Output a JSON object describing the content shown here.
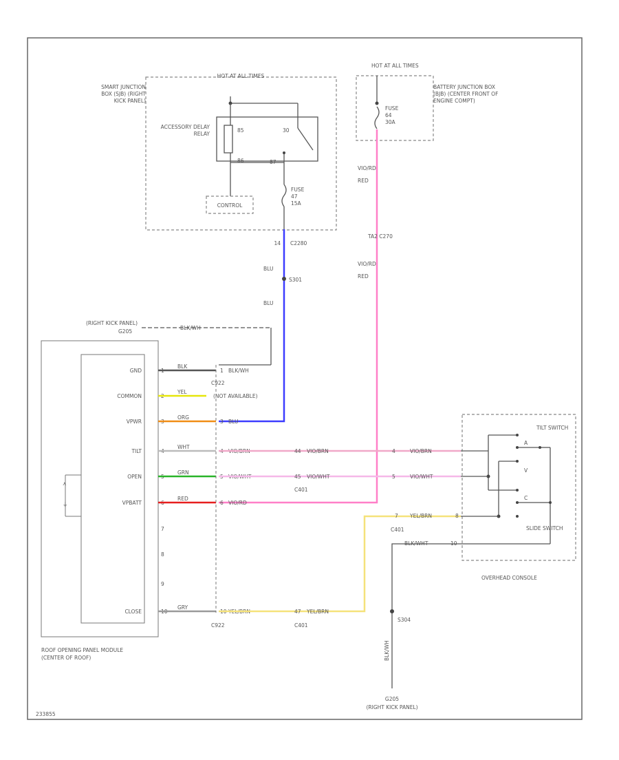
{
  "diagram": {
    "code": "233855",
    "smart_junction_box": {
      "name": "SMART JUNCTION BOX (SJB) (RIGHT KICK PANEL)",
      "hot": "HOT AT ALL TIMES",
      "relay_name": "ACCESSORY DELAY RELAY",
      "pins": [
        "85",
        "30",
        "86",
        "87"
      ],
      "control_label": "CONTROL",
      "fuse": {
        "label": "FUSE",
        "number": "47",
        "rating": "15A"
      },
      "connector": "C2280",
      "pin": "14"
    },
    "battery_junction_box": {
      "name": "BATTERY JUNCTION BOX (BJB) (CENTER FRONT OF ENGINE COMPT)",
      "hot": "HOT AT ALL TIMES",
      "fuse": {
        "label": "FUSE",
        "number": "64",
        "rating": "30A"
      }
    },
    "wires": {
      "pink_top": [
        "VIO/RD",
        "RED"
      ],
      "pink_splice": "TA2 C270",
      "pink_bottom": [
        "VIO/RD",
        "RED"
      ],
      "blue_top": "BLU",
      "blue_splice": "S301",
      "blue_bottom": "BLU"
    },
    "ground_top": {
      "location": "(RIGHT KICK PANEL)",
      "ground": "G205",
      "wire": "BLK/WH"
    },
    "module": {
      "name": "ROOF OPENING PANEL MODULE (CENTER OF ROOF)",
      "pins": [
        {
          "name": "GND",
          "num": "1",
          "color": "BLK",
          "color_hex": "#555555",
          "far_pin": "1",
          "far_wire": "BLK/WH"
        },
        {
          "name": "COMMON",
          "num": "2",
          "color": "YEL",
          "color_hex": "#e6e60a",
          "note": "(NOT AVAILABLE)"
        },
        {
          "name": "VPWR",
          "num": "3",
          "color": "ORG",
          "color_hex": "#f08c14",
          "far_pin": "3",
          "far_wire": "BLU"
        },
        {
          "name": "TILT",
          "num": "4",
          "color": "WHT",
          "color_hex": "#bbbbbb",
          "far_pin": "4",
          "far_wire": "VIO/BRN",
          "c2_pin": "44",
          "c2_wire": "VIO/BRN",
          "c3_pin": "4",
          "c3_wire": "VIO/BRN"
        },
        {
          "name": "OPEN",
          "num": "5",
          "color": "GRN",
          "color_hex": "#28b428",
          "far_pin": "5",
          "far_wire": "VIO/WHT",
          "c2_pin": "45",
          "c2_wire": "VIO/WHT",
          "c3_pin": "5",
          "c3_wire": "VIO/WHT"
        },
        {
          "name": "VPBATT",
          "num": "6",
          "color": "RED",
          "color_hex": "#e61e1e",
          "far_pin": "6",
          "far_wire": "VIO/RD"
        },
        {
          "name": "",
          "num": "7"
        },
        {
          "name": "",
          "num": "8"
        },
        {
          "name": "",
          "num": "9"
        },
        {
          "name": "CLOSE",
          "num": "10",
          "color": "GRY",
          "color_hex": "#999999",
          "far_pin": "10",
          "far_wire": "YEL/BRN",
          "c2_pin": "47",
          "c2_wire": "YEL/BRN"
        }
      ]
    },
    "connectors": {
      "c1": "C922",
      "c2": "C401",
      "c3": "C401"
    },
    "overhead_console": {
      "name": "OVERHEAD CONSOLE",
      "tilt_switch": "TILT SWITCH",
      "slide_switch": "SLIDE SWITCH",
      "yellow_wire": {
        "pin": "7",
        "label": "YEL/BRN",
        "end_pin": "8"
      },
      "black_wire": {
        "label": "BLK/WHT",
        "end_pin": "10"
      },
      "switch_pins": [
        "A",
        "V",
        "C"
      ]
    },
    "ground_bottom": {
      "splice": "S304",
      "wire": "BLK/WH",
      "ground": "G205",
      "location": "(RIGHT KICK PANEL)"
    }
  }
}
